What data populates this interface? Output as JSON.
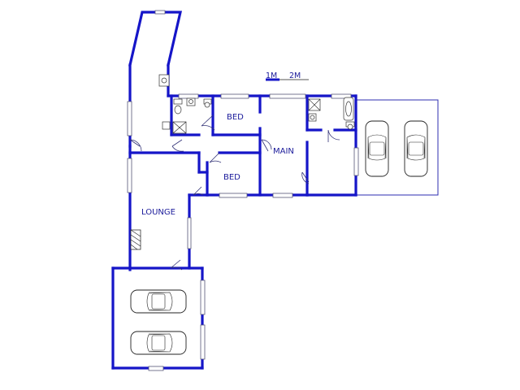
{
  "rooms": {
    "bed_top": "BED",
    "bed_middle": "BED",
    "main": "MAIN",
    "lounge": "LOUNGE"
  },
  "scale": {
    "label_1": "1M",
    "label_2": "2M"
  },
  "colors": {
    "walls": "#1515c8",
    "labels": "#1a1a9a",
    "background": "#ffffff"
  },
  "icons": [
    "car-icon",
    "bathtub-icon",
    "toilet-icon",
    "basin-icon",
    "shower-icon",
    "fireplace-icon"
  ]
}
